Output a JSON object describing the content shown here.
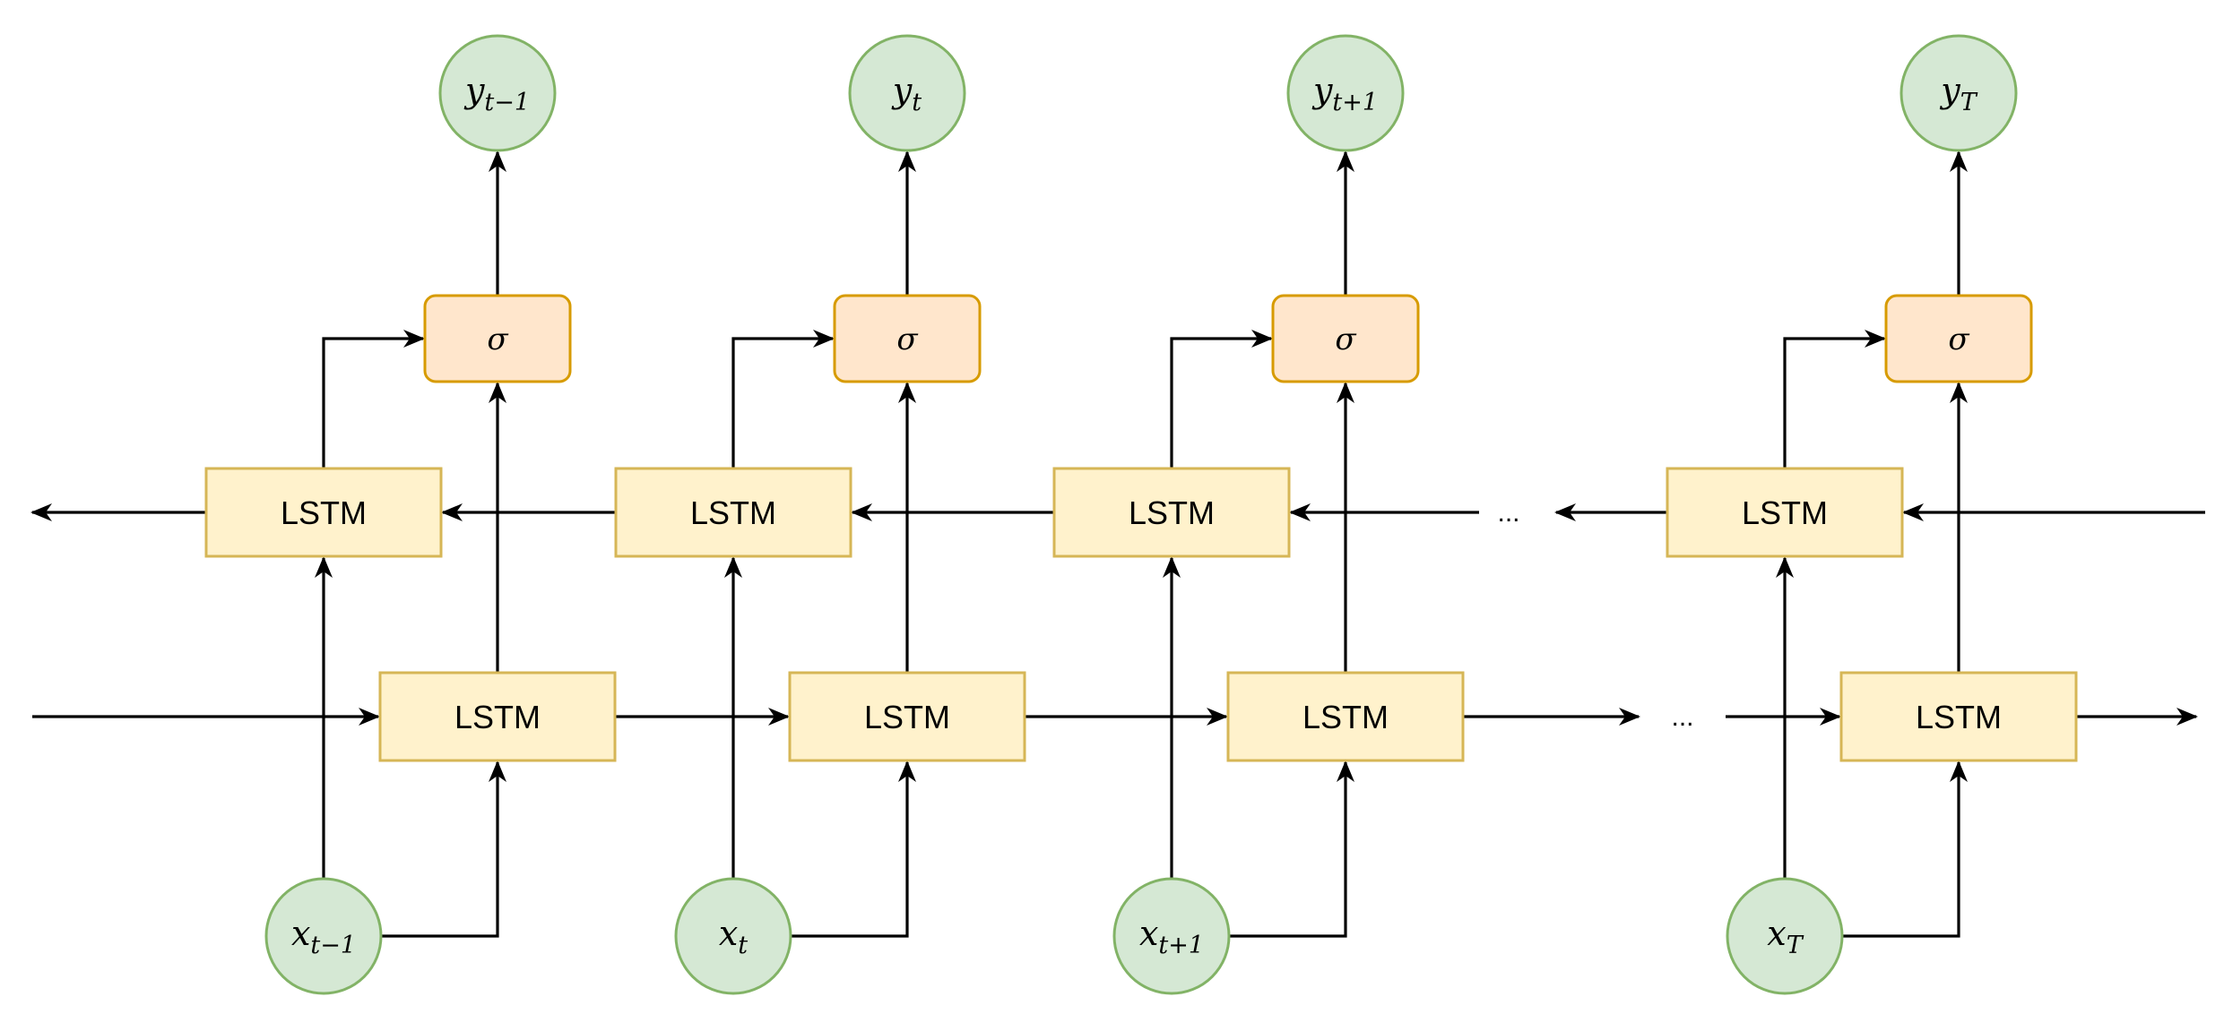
{
  "diagram": {
    "cell_label": "LSTM",
    "activation_label": "σ",
    "ellipsis": "...",
    "colors": {
      "lstm_fill": "#fff2cc",
      "lstm_stroke": "#d6b656",
      "sigma_fill": "#ffe6cc",
      "sigma_stroke": "#d79b00",
      "node_fill": "#d5e8d4",
      "node_stroke": "#82b366",
      "edge": "#000000"
    },
    "steps": [
      {
        "input": {
          "base": "x",
          "sub": "t−1"
        },
        "output": {
          "base": "y",
          "sub": "t−1"
        }
      },
      {
        "input": {
          "base": "x",
          "sub": "t"
        },
        "output": {
          "base": "y",
          "sub": "t"
        }
      },
      {
        "input": {
          "base": "x",
          "sub": "t+1"
        },
        "output": {
          "base": "y",
          "sub": "t+1"
        }
      },
      {
        "input": {
          "base": "x",
          "sub": "T"
        },
        "output": {
          "base": "y",
          "sub": "T"
        }
      }
    ]
  }
}
